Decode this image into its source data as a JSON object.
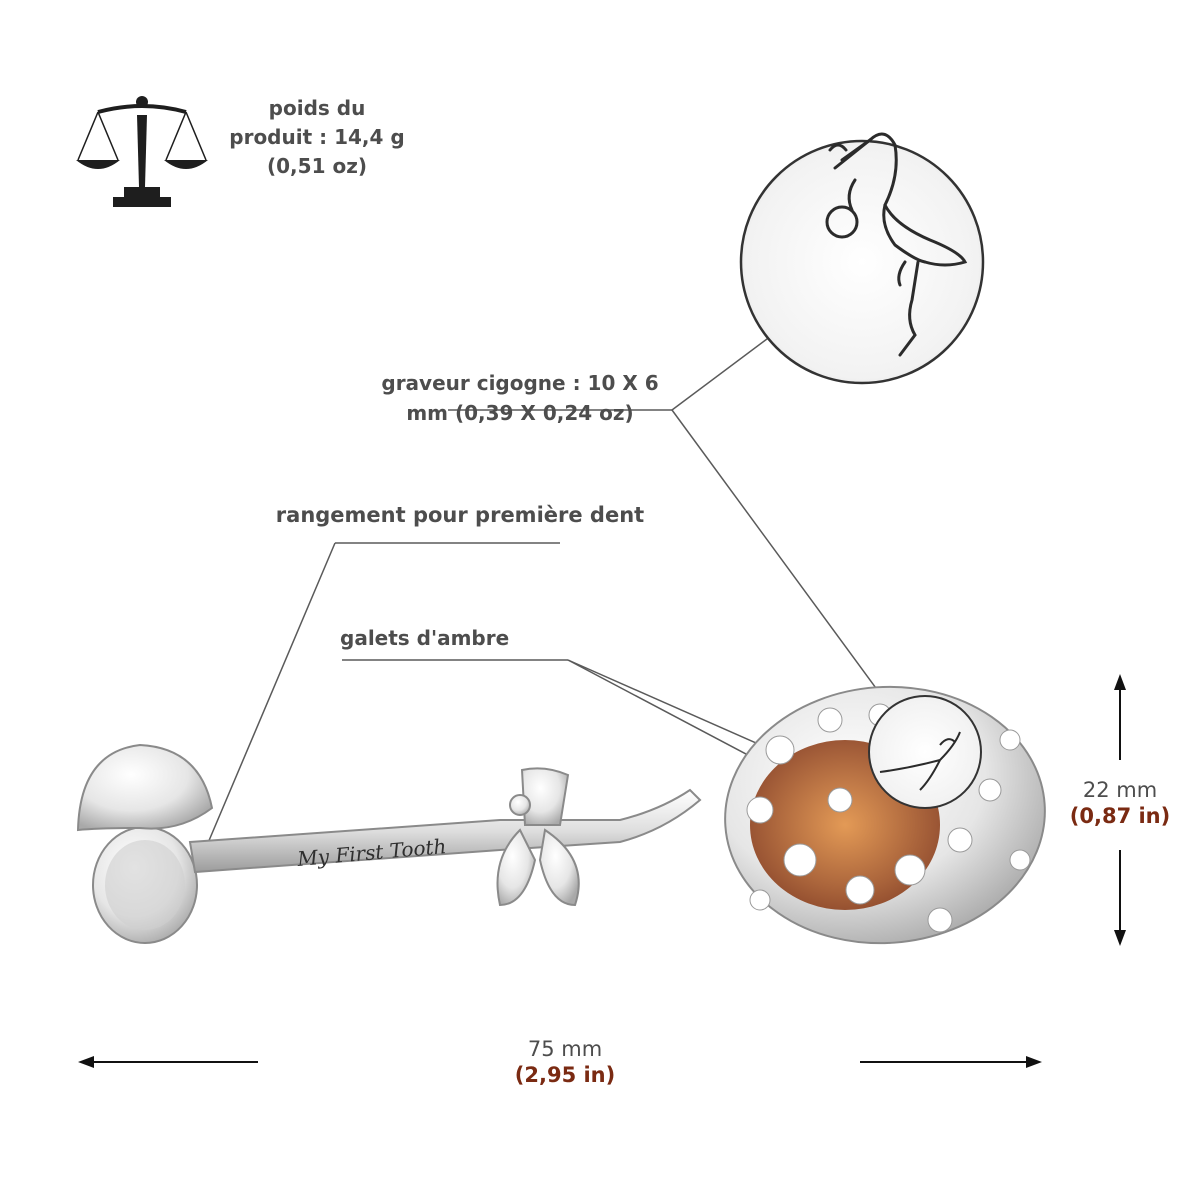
{
  "weight": {
    "line1": "poids du",
    "line2": "produit : 14,4 g",
    "line3": "(0,51 oz)",
    "icon": "balance-scale-icon"
  },
  "callouts": {
    "engraving_line1": "graveur cigogne : 10 X 6",
    "engraving_line2": "mm (0,39 X 0,24 oz)",
    "tooth_storage": "rangement pour première dent",
    "amber_pebbles": "galets d'ambre"
  },
  "product": {
    "engraving_text": "My First Tooth"
  },
  "dimensions": {
    "height_mm": "22 mm",
    "height_in": "(0,87 in)",
    "length_mm": "75 mm",
    "length_in": "(2,95 in)"
  },
  "colors": {
    "text": "#4d4d4d",
    "accent": "#7a2a12",
    "silver": "#d9d9d9",
    "amber": "#a0420f"
  }
}
